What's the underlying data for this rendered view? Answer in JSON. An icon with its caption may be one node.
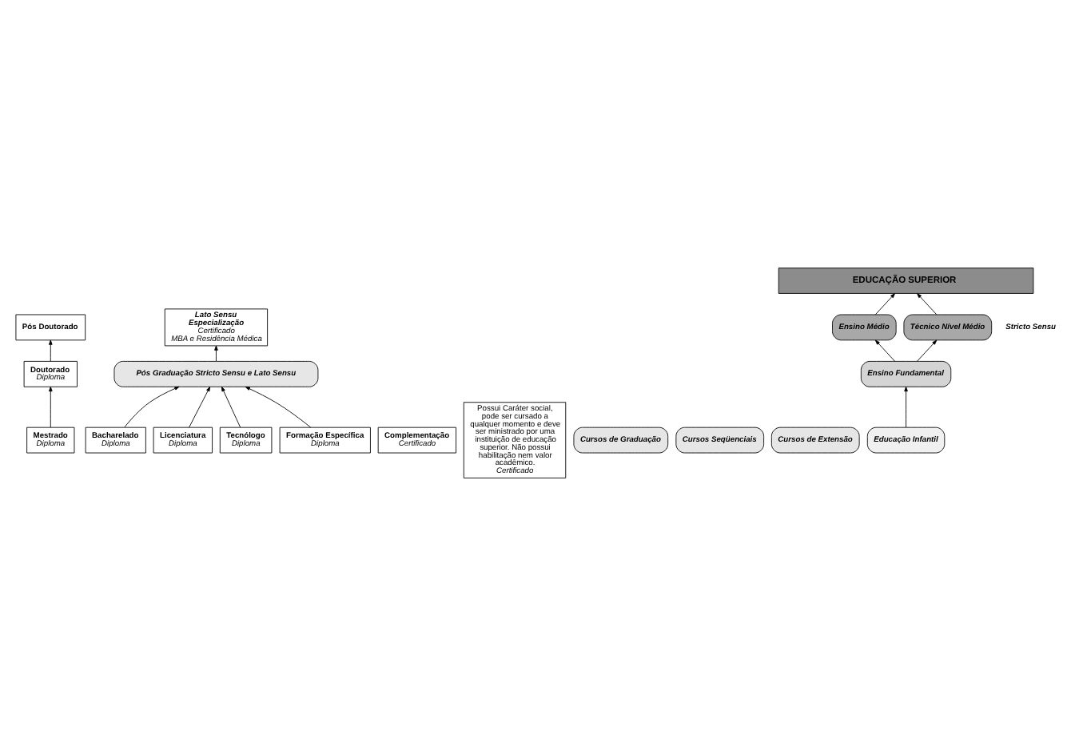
{
  "diagram": {
    "nodes": [
      {
        "text": [
          "Pós Doutorado"
        ]
      },
      {
        "text": [
          "Doutorado",
          "Diploma"
        ]
      },
      {
        "text": [
          "Mestrado",
          "Diploma"
        ]
      },
      {
        "text": [
          "Lato Sensu",
          "Especialização",
          "Certificado",
          "MBA e Residência Médica"
        ]
      },
      {
        "text": [
          "Pós Graduação Stricto Sensu e Lato Sensu"
        ]
      },
      {
        "text": [
          "Bacharelado",
          "Diploma"
        ]
      },
      {
        "text": [
          "Licenciatura",
          "Diploma"
        ]
      },
      {
        "text": [
          "Tecnólogo",
          "Diploma"
        ]
      },
      {
        "text": [
          "Formação Específica",
          "Diploma"
        ]
      },
      {
        "text": [
          "Complementação",
          "Certificado"
        ]
      },
      {
        "text": [
          "Possui Caráter social, pode ser cursado a qualquer momento e deve ser ministrado por uma instituição de educação superior. Não possui habilitação nem valor acadêmico.",
          "Certificado"
        ]
      },
      {
        "text": [
          "Cursos de Graduação"
        ]
      },
      {
        "text": [
          "Cursos Seqüenciais"
        ]
      },
      {
        "text": [
          "Cursos de Extensão"
        ]
      },
      {
        "text": [
          "EDUCAÇÃO SUPERIOR"
        ]
      },
      {
        "text": [
          "Ensino Médio"
        ]
      },
      {
        "text": [
          "Técnico Nível Médio"
        ]
      },
      {
        "text": [
          "Ensino Fundamental"
        ]
      },
      {
        "text": [
          "Educação Infantil"
        ]
      }
    ],
    "edges": [
      {
        "from": 18,
        "to": 17,
        "arrow": "to"
      },
      {
        "from": 17,
        "to": 15,
        "arrow": "to"
      },
      {
        "from": 17,
        "to": 16,
        "arrow": "to"
      },
      {
        "from": 15,
        "to": 14,
        "arrow": "to"
      },
      {
        "from": 16,
        "to": 14,
        "arrow": "to"
      },
      {
        "from": 5,
        "to": 4,
        "arrow": "to"
      },
      {
        "from": 6,
        "to": 4,
        "arrow": "to"
      },
      {
        "from": 7,
        "to": 4,
        "arrow": "to"
      },
      {
        "from": 8,
        "to": 4,
        "arrow": "to"
      },
      {
        "from": 4,
        "to": 3,
        "arrow": "to"
      },
      {
        "from": 2,
        "to": 1,
        "arrow": "to"
      },
      {
        "from": 1,
        "to": 0,
        "arrow": "to"
      }
    ],
    "labels": [
      "Stricto Sensu"
    ]
  }
}
